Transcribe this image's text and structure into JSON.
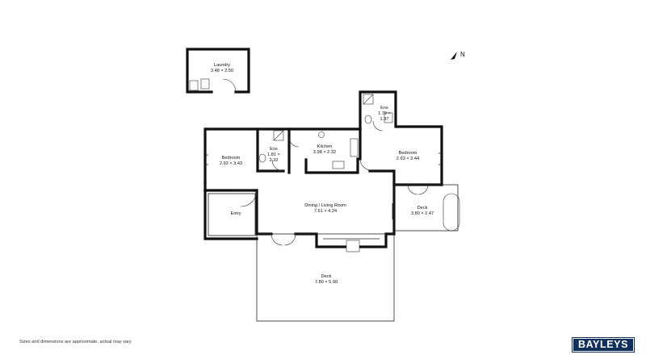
{
  "rooms": {
    "laundry": {
      "name": "Laundry",
      "dims": "3.48 × 2.50"
    },
    "ens_top": {
      "name": "Ens",
      "dims_a": "1.79 ×",
      "dims_b": "1.97"
    },
    "kitchen": {
      "name": "Kitchen",
      "dims": "3.98 × 2.32"
    },
    "ens_left": {
      "name": "Ens",
      "dims_a": "1.81 ×",
      "dims_b": "2.32"
    },
    "bedroom_left": {
      "name": "Bedroom",
      "dims": "2.92 × 3.43"
    },
    "bedroom_right": {
      "name": "Bedroom",
      "dims": "2.63 × 3.44"
    },
    "dining": {
      "name": "Dining / Living Room",
      "dims": "7.61 × 4.24"
    },
    "entry": {
      "name": "Entry"
    },
    "deck_right": {
      "name": "Deck",
      "dims": "3.80 × 2.47"
    },
    "deck_main": {
      "name": "Deck",
      "dims": "7.80 × 5.90"
    }
  },
  "compass": {
    "label": "N"
  },
  "footer": {
    "disclaimer": "Sizes and dimensions are approximate, actual may vary",
    "brand": "BAYLEYS"
  }
}
